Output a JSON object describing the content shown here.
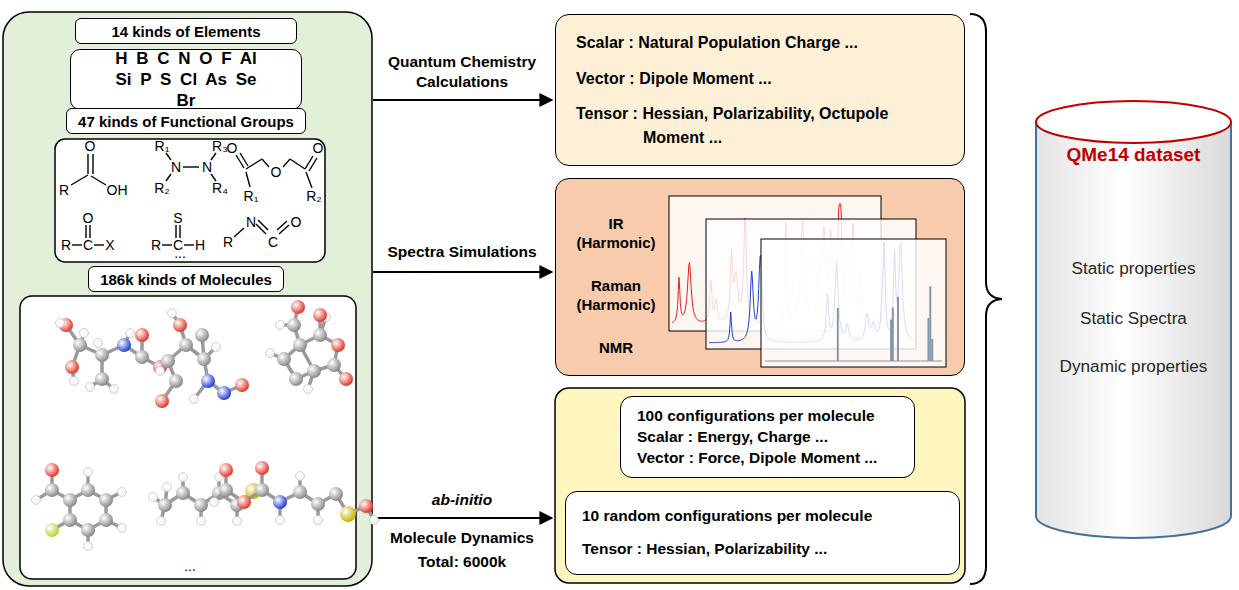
{
  "diagram": {
    "nodes": [
      {
        "text": [
          "14 kinds of Elements"
        ]
      },
      {
        "text": [
          "H B C N O F Al Si P S Cl As Se Br"
        ]
      },
      {
        "text": [
          "47 kinds of Functional Groups"
        ]
      },
      {
        "text": [
          "186k kinds of Molecules"
        ]
      },
      {
        "text": [
          "Scalar : Natural Population Charge ...",
          "Vector : Dipole Moment ...",
          "Tensor : Hessian, Polarizability, Octupole Moment ..."
        ]
      },
      {
        "text": [
          "IR (Harmonic)",
          "Raman (Harmonic)",
          "NMR"
        ]
      },
      {
        "text": [
          "100 configurations per molecule",
          "Scalar : Energy, Charge ...",
          "Vector : Force, Dipole Moment ..."
        ]
      },
      {
        "text": [
          "10 random configurations per molecule",
          "Tensor : Hessian, Polarizability ..."
        ]
      },
      {
        "text": [
          "QMe14 dataset",
          "Static properties",
          "Static Spectra",
          "Dynamic properties"
        ]
      }
    ],
    "labels": [
      "Quantum Chemistry Calculations",
      "Spectra Simulations",
      "ab-initio",
      "Molecule Dynamics",
      "Total: 6000k",
      "O",
      "R",
      "OH",
      "R₁",
      "R₃",
      "N",
      "N",
      "R₂",
      "R₄",
      "O",
      "O",
      "O",
      "R₁",
      "R₂",
      "O",
      "R",
      "C",
      "X",
      "S",
      "R",
      "C",
      "H",
      "R",
      "N",
      "C",
      "O",
      "...",
      "..."
    ]
  }
}
